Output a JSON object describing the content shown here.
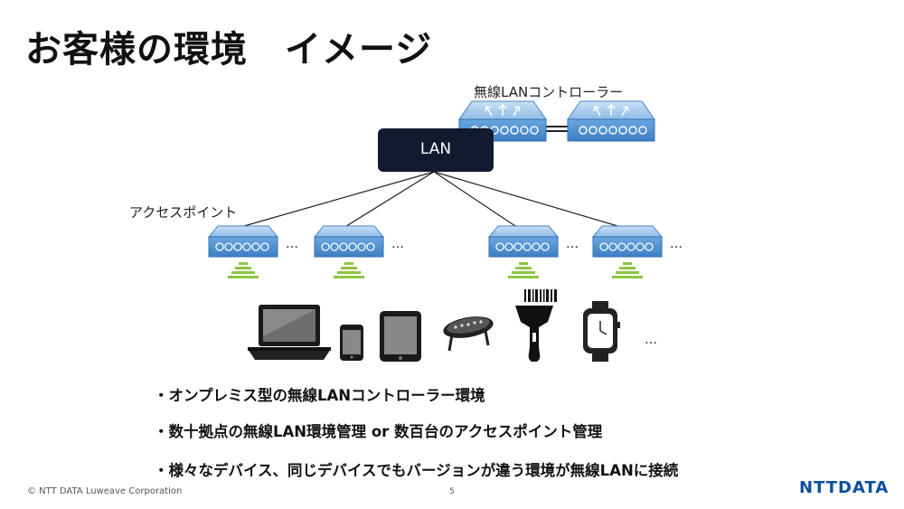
{
  "header": {
    "title": "お客様の環境　イメージ"
  },
  "diagram": {
    "controller_label": "無線LANコントローラー",
    "lan_label": "LAN",
    "ap_label": "アクセスポイント",
    "ellipsis": "…"
  },
  "bullets": [
    "・オンプレミス型の無線LANコントローラー環境",
    "・数十拠点の無線LAN環境管理 or 数百台のアクセスポイント管理",
    "・様々なデバイス、同じデバイスでもバージョンが違う環境が無線LANに接続"
  ],
  "footer": {
    "copyright": "© NTT DATA Luweave Corporation",
    "page": "5",
    "logo": "NTTDATA"
  },
  "colors": {
    "device_blue": "#5a98d8",
    "device_light": "#a8ccee",
    "lan_box": "#111a2e",
    "signal_green": "#8ec63f",
    "logo_blue": "#0a4fa0"
  }
}
